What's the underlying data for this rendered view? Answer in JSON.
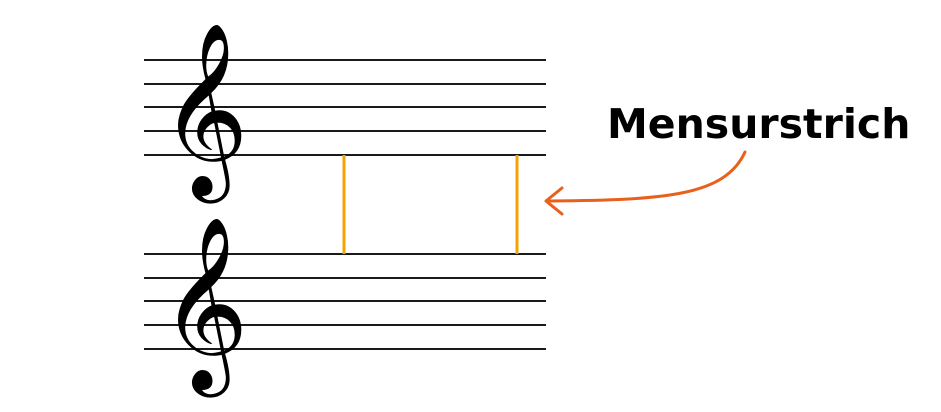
{
  "annotation": {
    "label": "Mensurstrich"
  },
  "staves": [
    {
      "clef": "treble",
      "clef_glyph": "𝄞"
    },
    {
      "clef": "treble",
      "clef_glyph": "𝄞"
    }
  ],
  "colors": {
    "staff_lines": "#1a1a1a",
    "mensur_lines": "#f5a300",
    "arrow": "#e8601c",
    "clef": "#000000",
    "label": "#000000",
    "background": "#ffffff"
  },
  "icons": {
    "clef": "treble-clef-icon",
    "arrow": "curved-arrow-icon"
  }
}
